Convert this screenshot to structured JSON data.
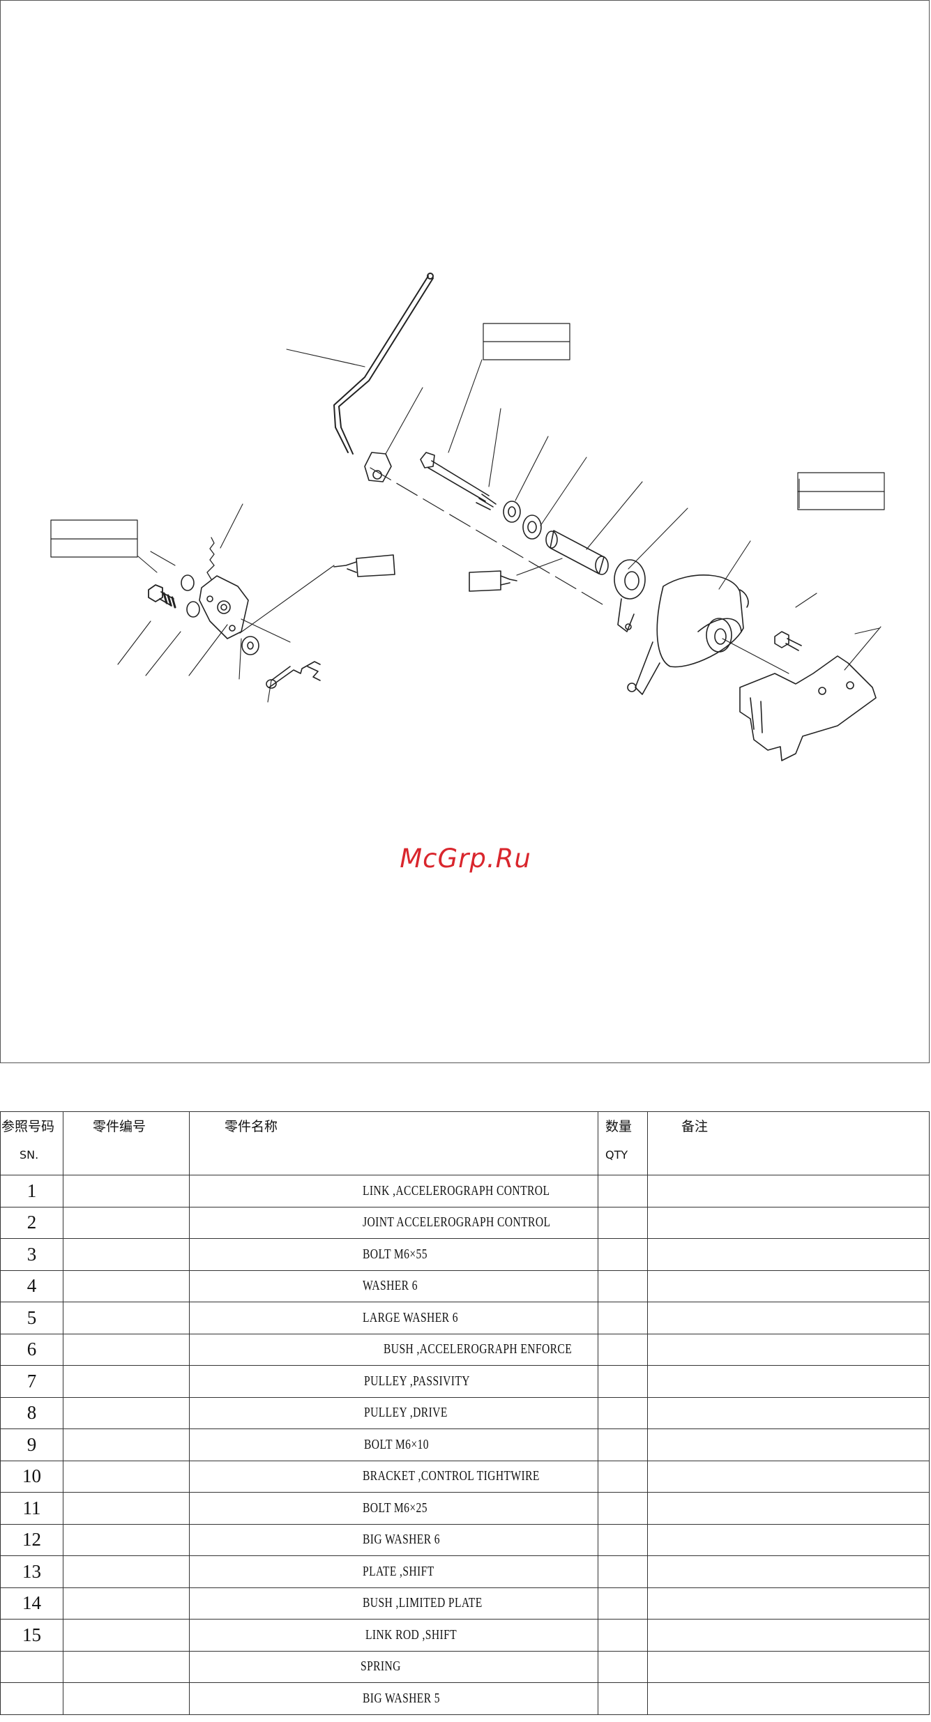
{
  "watermark": "McGrp.Ru",
  "table": {
    "headers": {
      "sn_cn": "参照号码",
      "sn_en": "SN.",
      "part_no_cn": "零件编号",
      "part_name_cn": "零件名称",
      "qty_cn": "数量",
      "qty_en": "QTY",
      "remarks_cn": "备注"
    },
    "rows": [
      {
        "sn": "1",
        "name": "LINK ,ACCELEROGRAPH CONTROL"
      },
      {
        "sn": "2",
        "name": "JOINT ACCELEROGRAPH CONTROL"
      },
      {
        "sn": "3",
        "name": "BOLT M6×55"
      },
      {
        "sn": "4",
        "name": "WASHER 6"
      },
      {
        "sn": "5",
        "name": "LARGE WASHER 6"
      },
      {
        "sn": "6",
        "name": "BUSH ,ACCELEROGRAPH ENFORCE"
      },
      {
        "sn": "7",
        "name": "PULLEY ,PASSIVITY"
      },
      {
        "sn": "8",
        "name": "PULLEY ,DRIVE"
      },
      {
        "sn": "9",
        "name": "BOLT M6×10"
      },
      {
        "sn": "10",
        "name": "BRACKET ,CONTROL TIGHTWIRE"
      },
      {
        "sn": "11",
        "name": "BOLT M6×25"
      },
      {
        "sn": "12",
        "name": "BIG WASHER 6"
      },
      {
        "sn": "13",
        "name": "PLATE ,SHIFT"
      },
      {
        "sn": "14",
        "name": "BUSH ,LIMITED PLATE"
      },
      {
        "sn": "15",
        "name": "LINK ROD ,SHIFT"
      },
      {
        "sn": "",
        "name": "SPRING"
      },
      {
        "sn": "",
        "name": "BIG WASHER 5"
      }
    ]
  }
}
